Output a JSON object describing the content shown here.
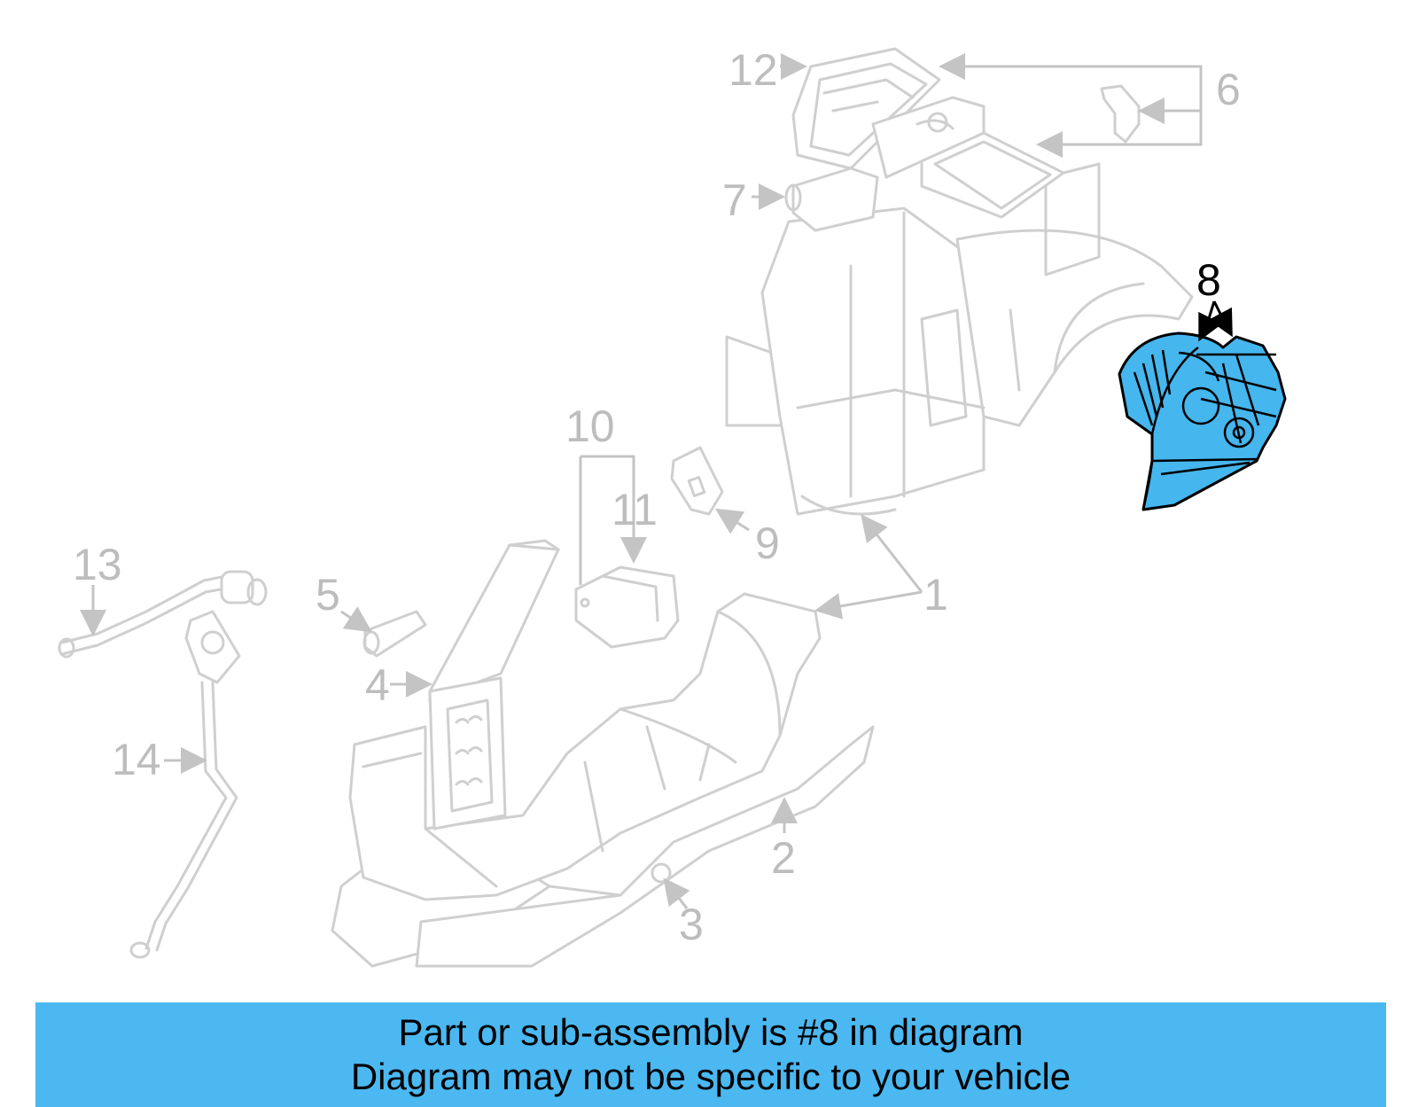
{
  "diagram": {
    "callouts": {
      "c1": "1",
      "c2": "2",
      "c3": "3",
      "c4": "4",
      "c5": "5",
      "c6": "6",
      "c7": "7",
      "c8": "8",
      "c9": "9",
      "c10": "10",
      "c11": "11",
      "c12": "12",
      "c13": "13",
      "c14": "14"
    },
    "highlight_color": "#45b6ee",
    "highlighted_part": "8"
  },
  "banner": {
    "line1": "Part or sub-assembly is #8 in diagram",
    "line2": "Diagram may not be specific to your vehicle",
    "background": "#4bb8f1"
  }
}
